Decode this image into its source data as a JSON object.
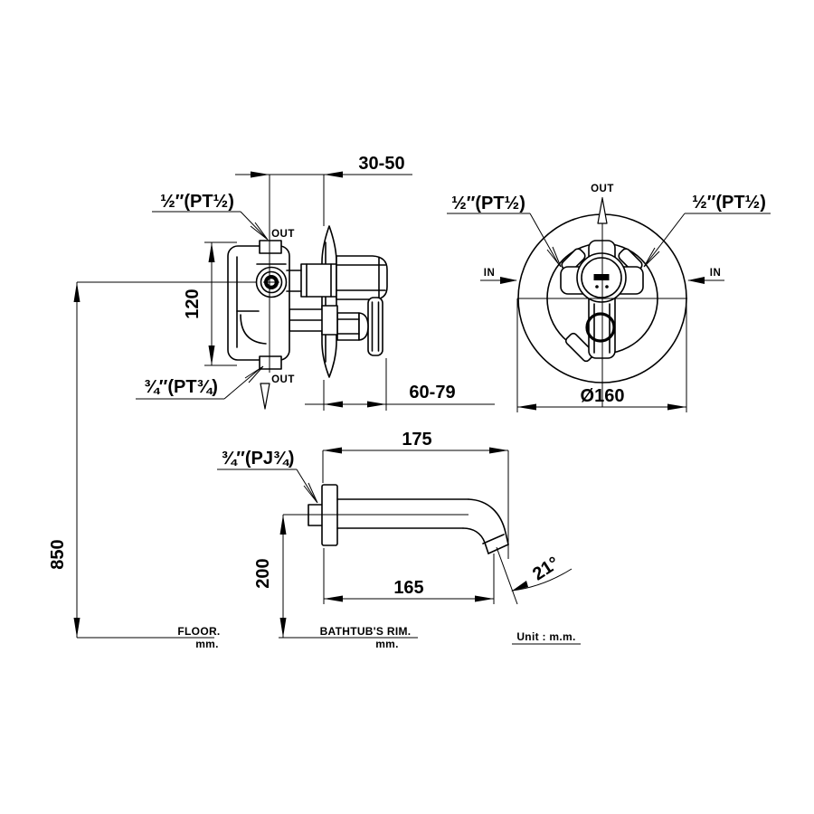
{
  "views": {
    "side": {
      "dim_wall_range": "30-50",
      "dim_outlet_spacing": "120",
      "dim_height_floor": "850",
      "dim_trim_range": "60-79",
      "label_top_port": "½″(PT½)",
      "label_bottom_port": "¾″(PT¾)",
      "out_top": "OUT",
      "out_bottom": "OUT"
    },
    "front": {
      "dim_plate_diameter": "Ø160",
      "label_left_port": "½″(PT½)",
      "label_right_port": "½″(PT½)",
      "out": "OUT",
      "in_left": "IN",
      "in_right": "IN"
    },
    "spout": {
      "dim_length_total": "175",
      "dim_reach": "165",
      "dim_height_rim": "200",
      "dim_angle": "21°",
      "label_inlet": "¾″(PJ¾)"
    }
  },
  "footer": {
    "floor": "FLOOR.",
    "floor_unit": "mm.",
    "bathtub": "BATHTUB'S RIM.",
    "bathtub_unit": "mm.",
    "unit_note": "Unit : m.m."
  }
}
